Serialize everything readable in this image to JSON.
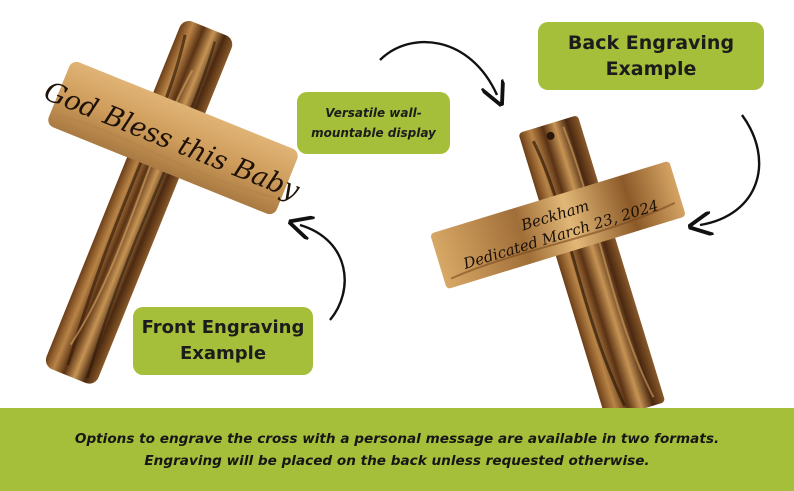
{
  "labels": {
    "back_engraving": [
      "Back Engraving",
      "Example"
    ],
    "front_engraving": [
      "Front Engraving",
      "Example"
    ],
    "versatile_display": [
      "Versatile wall-",
      "mountable display"
    ]
  },
  "front_cross": {
    "engraving": "God Bless this Baby"
  },
  "back_cross": {
    "engraving_lines": [
      "Beckham",
      "Dedicated March 23, 2024"
    ]
  },
  "footer": {
    "line1": "Options to engrave the cross with a personal message are available in two formats.",
    "line2": "Engraving will be placed on the back unless requested otherwise."
  },
  "colors": {
    "accent_green": "#a6bf3a",
    "wood_light": "#c99858",
    "wood_dark": "#4a2a12",
    "text_dark": "#1c1c1c"
  }
}
